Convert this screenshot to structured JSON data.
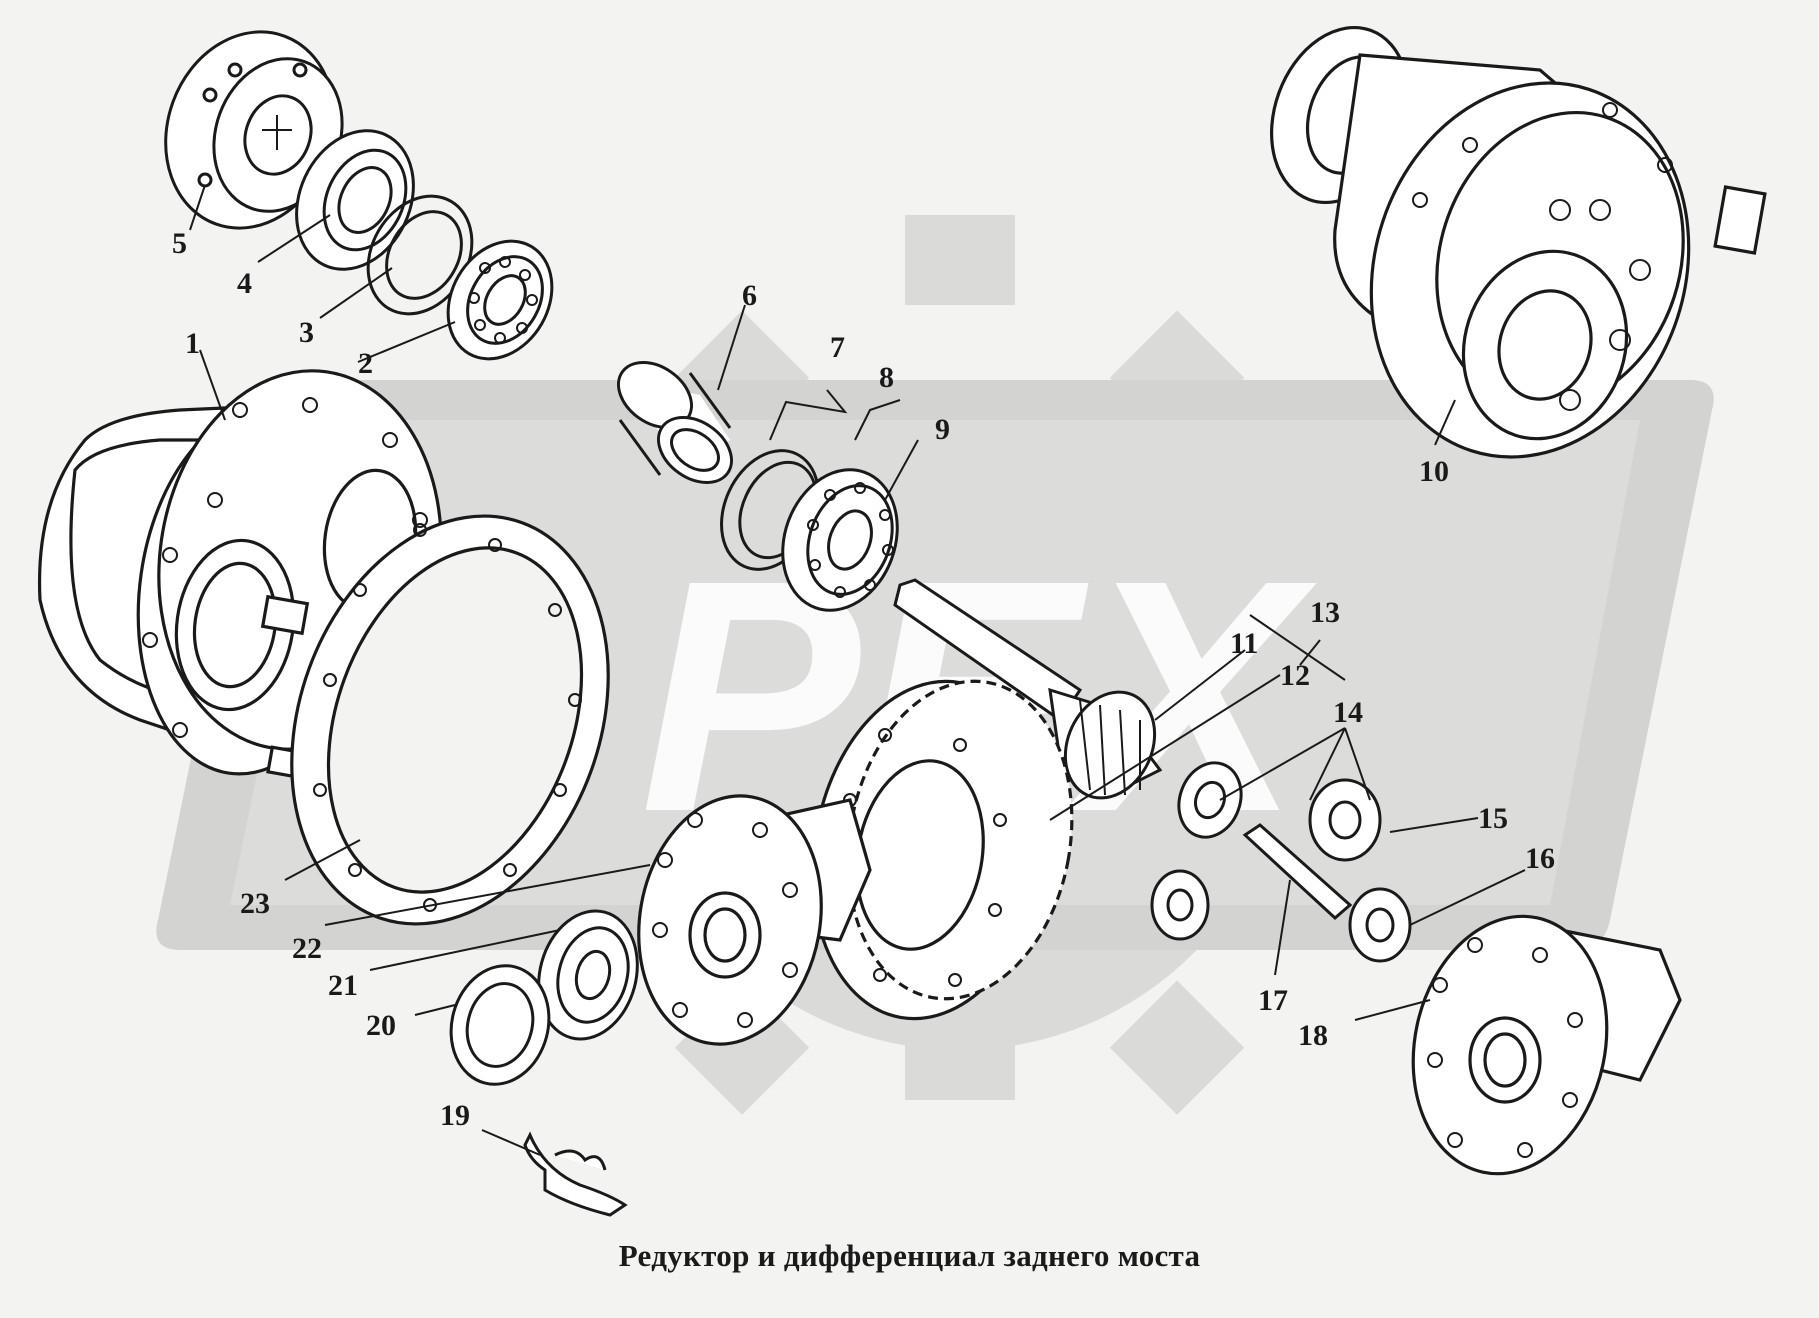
{
  "diagram": {
    "caption": "Редуктор и дифференциал заднего  моста",
    "watermark_text": "PEX",
    "callouts": [
      "1",
      "2",
      "3",
      "4",
      "5",
      "6",
      "7",
      "8",
      "9",
      "10",
      "11",
      "12",
      "13",
      "14",
      "15",
      "16",
      "17",
      "18",
      "19",
      "20",
      "21",
      "22",
      "23"
    ]
  },
  "colors": {
    "background": "#f3f3f1",
    "ink": "#1a1a1a",
    "watermark": "#d6d6d4",
    "paper": "#ffffff"
  }
}
